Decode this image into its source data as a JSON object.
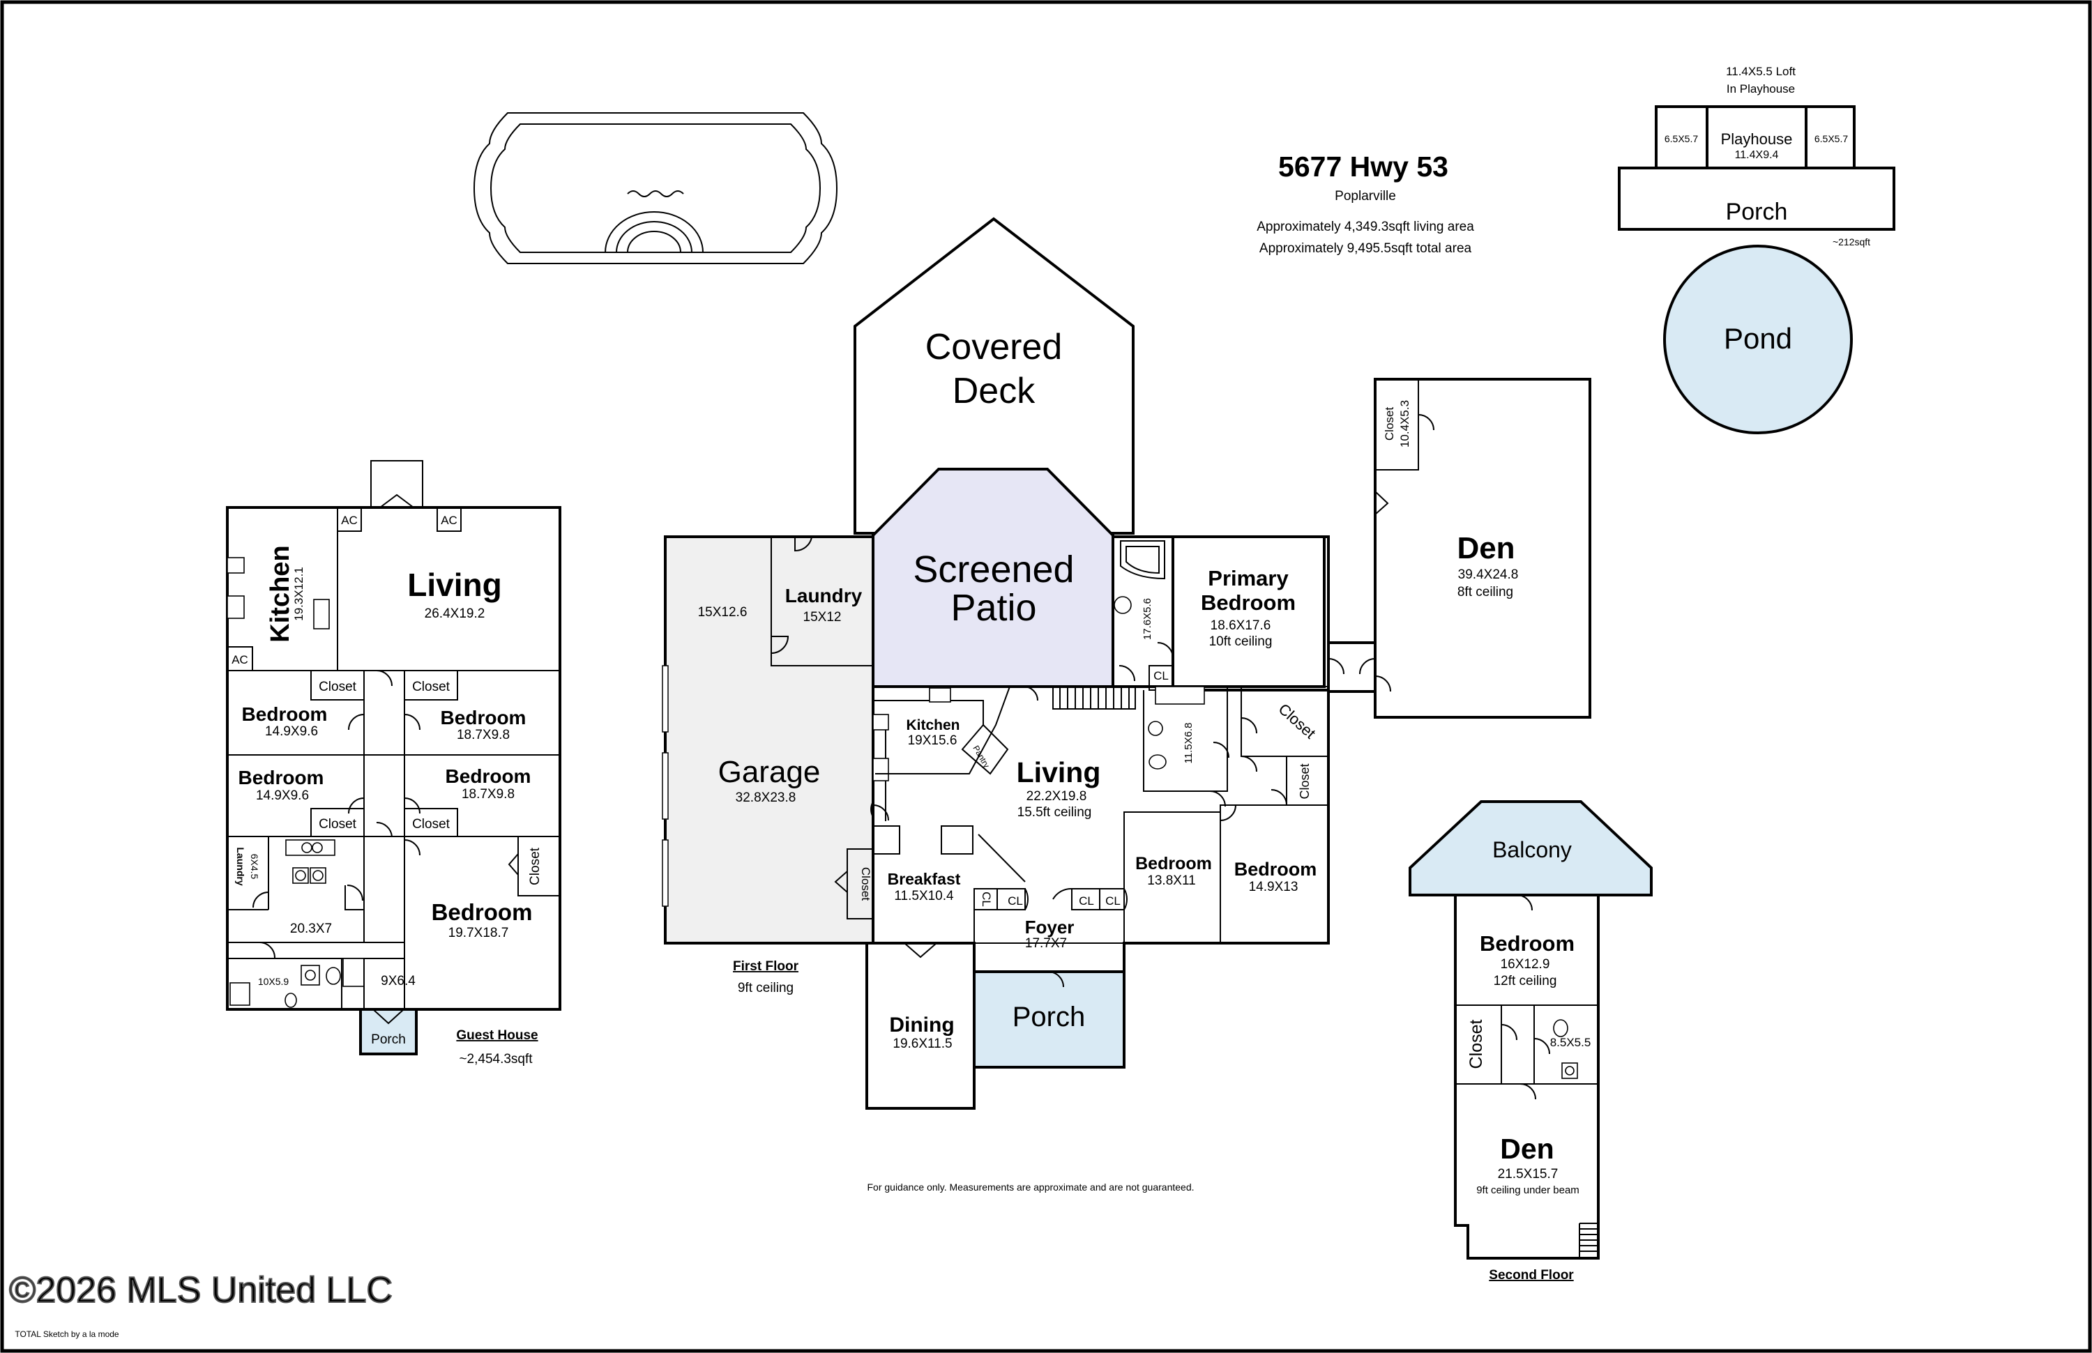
{
  "header": {
    "address": "5677 Hwy 53",
    "city": "Poplarville",
    "living_area": "Approximately 4,349.3sqft living area",
    "total_area": "Approximately 9,495.5sqft total area"
  },
  "footer": {
    "disclaimer": "For guidance only. Measurements are approximate and are not guaranteed.",
    "watermark": "©2026 MLS United LLC",
    "credit": "TOTAL Sketch by a la mode"
  },
  "first_floor": {
    "title": "First Floor",
    "ceiling": "9ft ceiling",
    "covered_deck_line1": "Covered",
    "covered_deck_line2": "Deck",
    "screened_line1": "Screened",
    "screened_line2": "Patio",
    "garage": {
      "name": "Garage",
      "dims": "32.8X23.8",
      "side_dims": "15X12.6"
    },
    "laundry": {
      "name": "Laundry",
      "dims": "15X12"
    },
    "kitchen": {
      "name": "Kitchen",
      "dims": "19X15.6",
      "pantry": "Pantry"
    },
    "living": {
      "name": "Living",
      "dims": "22.2X19.8",
      "ceiling": "15.5ft ceiling"
    },
    "primary": {
      "line1": "Primary",
      "line2": "Bedroom",
      "dims": "18.6X17.6",
      "ceiling": "10ft ceiling"
    },
    "primary_bath_dims": "11.5X6.8",
    "primary_closet_dims": "17.6X5.6",
    "bedroom_a": {
      "name": "Bedroom",
      "dims": "13.8X11"
    },
    "bedroom_b": {
      "name": "Bedroom",
      "dims": "14.9X13"
    },
    "breakfast": {
      "name": "Breakfast",
      "dims": "11.5X10.4"
    },
    "foyer": {
      "name": "Foyer",
      "dims": "17.7X7"
    },
    "dining": {
      "name": "Dining",
      "dims": "19.6X11.5"
    },
    "porch": "Porch",
    "closet": "Closet",
    "cl": "CL",
    "den": {
      "name": "Den",
      "dims": "39.4X24.8",
      "ceiling": "8ft ceiling",
      "closet_label": "Closet",
      "closet_dims": "10.4X5.3"
    }
  },
  "guest_house": {
    "title": "Guest House",
    "area": "~2,454.3sqft",
    "living": {
      "name": "Living",
      "dims": "26.4X19.2"
    },
    "kitchen": {
      "name": "Kitchen",
      "dims": "19.3X12.1"
    },
    "bed1": {
      "name": "Bedroom",
      "dims": "14.9X9.6"
    },
    "bed2": {
      "name": "Bedroom",
      "dims": "18.7X9.8"
    },
    "bed3": {
      "name": "Bedroom",
      "dims": "14.9X9.6"
    },
    "bed4": {
      "name": "Bedroom",
      "dims": "18.7X9.8"
    },
    "bed5": {
      "name": "Bedroom",
      "dims": "19.7X18.7"
    },
    "laundry": {
      "name": "Laundry",
      "dims": "6X4.5"
    },
    "bath_dims": "20.3X7",
    "small_bath_dims": "10X5.9",
    "hall_dims": "9X6.4",
    "closet": "Closet",
    "ac": "AC",
    "porch": "Porch"
  },
  "second_floor": {
    "title": "Second Floor",
    "balcony": "Balcony",
    "bedroom": {
      "name": "Bedroom",
      "dims": "16X12.9",
      "ceiling": "12ft ceiling"
    },
    "closet": "Closet",
    "bath_dims": "8.5X5.5",
    "den": {
      "name": "Den",
      "dims": "21.5X15.7",
      "ceiling": "9ft ceiling under beam"
    }
  },
  "playhouse": {
    "loft_line1": "11.4X5.5 Loft",
    "loft_line2": "In Playhouse",
    "name": "Playhouse",
    "dims": "11.4X9.4",
    "side_dims": "6.5X5.7",
    "porch": "Porch",
    "area": "~212sqft"
  },
  "pond": "Pond",
  "colors": {
    "garage_fill": "#f0f0f0",
    "screened_fill": "#e6e6f5",
    "porch_fill": "#d9eaf4",
    "pond_fill": "#d9eaf4",
    "wall": "#000000"
  }
}
